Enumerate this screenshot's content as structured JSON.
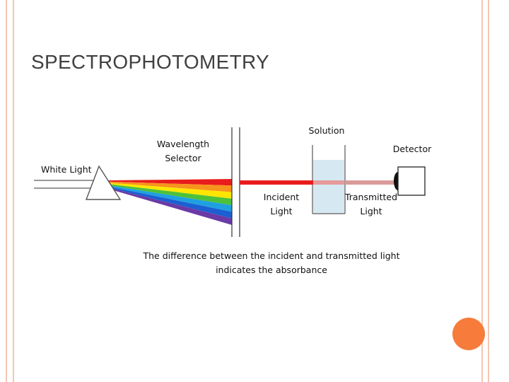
{
  "slide": {
    "title": "SPECTROPHOTOMETRY"
  },
  "labels": {
    "white_light": "White Light",
    "wavelength_selector": [
      "Wavelength",
      "Selector"
    ],
    "solution": "Solution",
    "detector": "Detector",
    "incident_light": [
      "Incident",
      "Light"
    ],
    "transmitted_light": [
      "Transmitted",
      "Light"
    ],
    "caption": [
      "The difference between the incident and transmitted light",
      "indicates the absorbance"
    ]
  },
  "colors": {
    "frame": "#f5c6b4",
    "accent_circle": "#f77b3b",
    "incident_beam": "#e81c1c",
    "transmitted_beam": "#d99a9a",
    "cuvette_fill": "#d6e9f3",
    "spectrum": [
      "#e81c1c",
      "#f7941d",
      "#ffe600",
      "#4dc13a",
      "#1fa0e0",
      "#1b5fd1",
      "#6a3aa6"
    ]
  }
}
